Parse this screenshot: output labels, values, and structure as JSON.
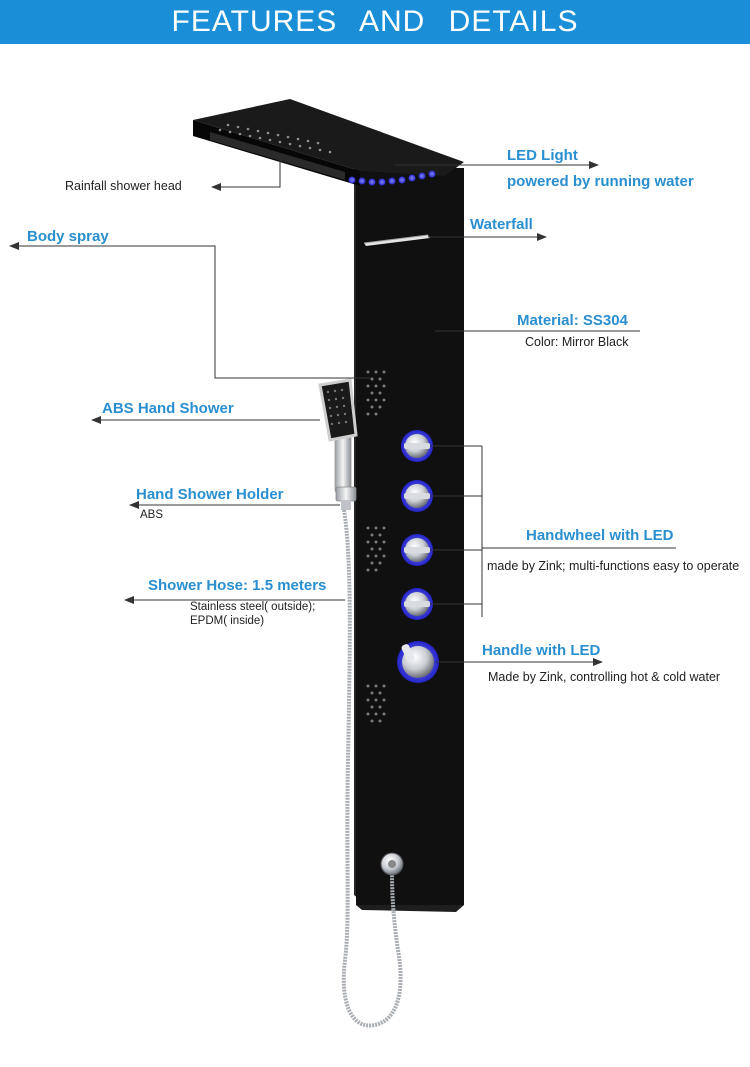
{
  "header": {
    "title": "FEATURES AND DETAILS"
  },
  "colors": {
    "banner": "#1a8fd8",
    "label_blue": "#2a8fd0",
    "panel": "#0f0f0f",
    "led": "#3b3bff"
  },
  "product": {
    "name": "Black shower panel with LED"
  },
  "labels": {
    "rainfall": "Rainfall shower head",
    "led_light": "LED Light",
    "led_desc": "powered by running water",
    "body_spray": "Body spray",
    "waterfall": "Waterfall",
    "material": "Material: SS304",
    "material_color": "Color: Mirror Black",
    "abs_hand_shower": "ABS Hand Shower",
    "holder": "Hand Shower Holder",
    "holder_desc": "ABS",
    "handwheel": "Handwheel with LED",
    "handwheel_desc": "made by Zink;  multi-functions easy to operate",
    "hose": "Shower Hose: 1.5 meters",
    "hose_desc_1": "Stainless steel( outside);",
    "hose_desc_2": "EPDM( inside)",
    "handle": "Handle with LED",
    "handle_desc": "Made by Zink, controlling hot & cold water"
  }
}
